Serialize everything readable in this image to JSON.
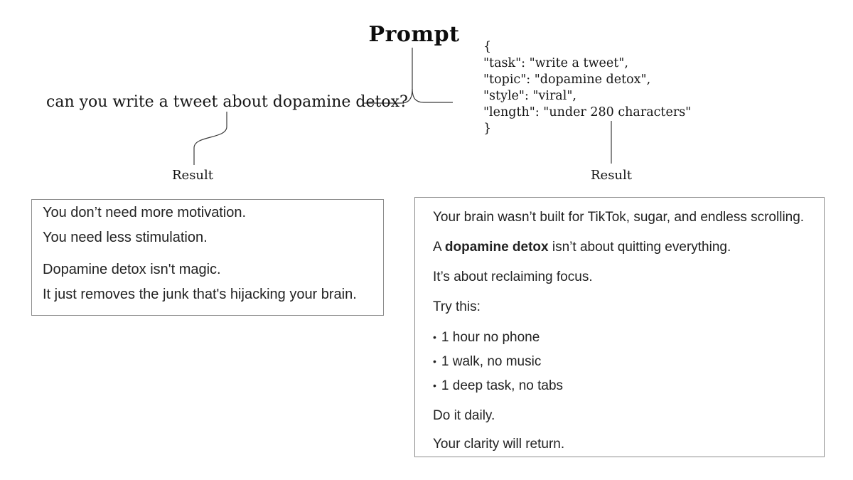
{
  "title": "Prompt",
  "plain_prompt": {
    "text": "can you write a tweet about dopamine detox?",
    "result_label": "Result"
  },
  "structured_prompt": {
    "lines": [
      "{",
      "\"task\": \"write a tweet\",",
      "\"topic\": \"dopamine detox\",",
      "\"style\": \"viral\",",
      "\"length\": \"under 280 characters\"",
      "}"
    ],
    "result_label": "Result"
  },
  "plain_result": {
    "lines": [
      "You don’t need more motivation.",
      "You need less stimulation.",
      "Dopamine detox isn't magic.",
      "It just removes the junk that's hijacking your brain."
    ]
  },
  "structured_result": {
    "bullet_char": "•",
    "blocks": [
      {
        "type": "para",
        "parts": [
          {
            "text": "Your brain wasn’t built for TikTok, sugar, and endless scrolling."
          }
        ]
      },
      {
        "type": "para",
        "parts": [
          {
            "text": "A "
          },
          {
            "text": "dopamine detox",
            "bold": true
          },
          {
            "text": " isn’t about quitting everything."
          }
        ]
      },
      {
        "type": "para",
        "parts": [
          {
            "text": "It’s about reclaiming focus."
          }
        ]
      },
      {
        "type": "para",
        "parts": [
          {
            "text": "Try this:"
          }
        ]
      },
      {
        "type": "bullet",
        "parts": [
          {
            "text": "1 hour no phone"
          }
        ]
      },
      {
        "type": "bullet",
        "parts": [
          {
            "text": "1 walk, no music"
          }
        ]
      },
      {
        "type": "bullet",
        "parts": [
          {
            "text": "1 deep task, no tabs"
          }
        ]
      },
      {
        "type": "para",
        "parts": [
          {
            "text": "Do it daily."
          }
        ]
      },
      {
        "type": "para",
        "parts": [
          {
            "text": "Your clarity will return."
          }
        ]
      }
    ]
  },
  "colors": {
    "background": "#ffffff",
    "text": "#1a1a1a",
    "line": "#3a3a3a",
    "box_border": "#8c8c8c"
  }
}
